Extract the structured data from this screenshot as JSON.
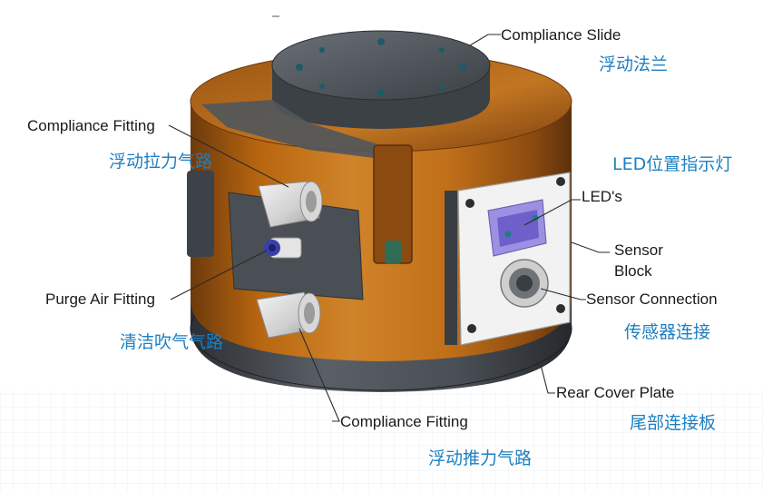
{
  "labels": {
    "compliance_slide": "Compliance Slide",
    "compliance_fitting_top": "Compliance Fitting",
    "purge_air_fitting": "Purge Air Fitting",
    "compliance_fitting_bottom": "Compliance Fitting",
    "leds": "LED's",
    "sensor_block_line1": "Sensor",
    "sensor_block_line2": "Block",
    "sensor_connection": "Sensor Connection",
    "rear_cover_plate": "Rear Cover Plate"
  },
  "cn_labels": {
    "floating_flange": "浮动法兰",
    "floating_pull_air": "浮动拉力气路",
    "led_indicator": "LED位置指示灯",
    "purge_air": "清洁吹气气路",
    "sensor_connection": "传感器连接",
    "rear_cover": "尾部连接板",
    "floating_push_air": "浮动推力气路"
  },
  "colors": {
    "annotation_blue": "#1e7fc1",
    "label_text": "#1a1a1a",
    "body_orange": "#b8620f",
    "metal_dark": "#4a4f55",
    "sensor_plate": "#f2f2f2",
    "led_purple": "#6d60c8"
  }
}
